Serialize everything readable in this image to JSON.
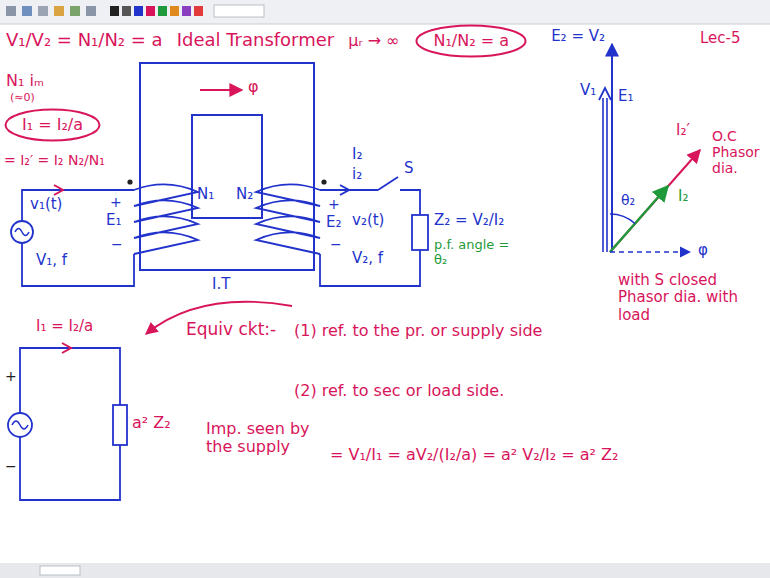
{
  "diagram": {
    "nodes": [
      {
        "text": [
          "N₁/N₂ = a"
        ]
      },
      {
        "text": [
          "I₁ = I₂/a"
        ]
      }
    ],
    "labels": [
      "V₁/V₂ = N₁/N₂ = a",
      "Ideal Transformer",
      "μᵣ → ∞",
      "Lec-5",
      "N₁ iₘ",
      "(≈0)",
      "= I₂′ = I₂ N₂/N₁",
      "φ",
      "I₂",
      "i₂",
      "S",
      "v₁(t)",
      "V₁, f",
      "+",
      "E₁",
      "−",
      "N₁",
      "N₂",
      "+",
      "E₂",
      "−",
      "v₂(t)",
      "V₂, f",
      "Z₂ = V₂/I₂",
      "p.f. angle = θ₂",
      "I.T",
      "E₂ = V₂",
      "V₁",
      "E₁",
      "I₂′",
      "O.C Phasor dia.",
      "θ₂",
      "I₂",
      "φ",
      "with S closed Phasor dia. with load",
      "Equiv ckt:-",
      "(1) ref. to the pr. or supply side",
      "(2) ref. to sec or load side.",
      "I₁ = I₂/a",
      "+",
      "−",
      "a² Z₂",
      "Imp. seen by the supply",
      "= V₁/I₁ = aV₂/(I₂/a) = a² V₂/I₂ = a² Z₂"
    ]
  }
}
